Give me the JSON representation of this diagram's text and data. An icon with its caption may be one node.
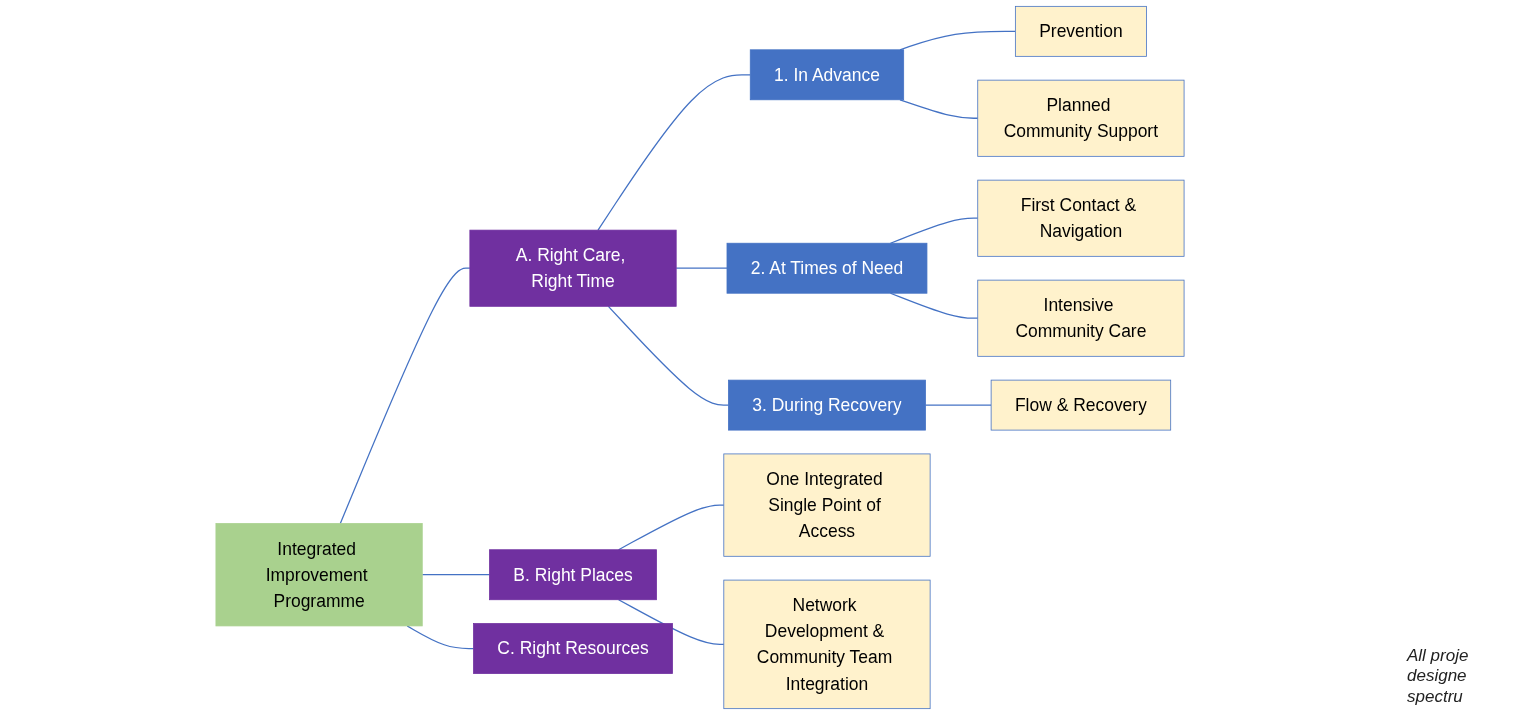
{
  "diagram": {
    "nodes": [
      {
        "text": [
          "Integrated Improvement Programme"
        ]
      },
      {
        "text": [
          "C. Right Resources"
        ]
      },
      {
        "text": [
          "A. Right Care, Right Time"
        ]
      },
      {
        "text": [
          "1. In Advance"
        ]
      },
      {
        "text": [
          "Prevention"
        ]
      },
      {
        "text": [
          "Planned Community Support"
        ]
      },
      {
        "text": [
          "2. At Times of Need"
        ]
      },
      {
        "text": [
          "First Contact & Navigation"
        ]
      },
      {
        "text": [
          "Intensive Community Care"
        ]
      },
      {
        "text": [
          "3. During Recovery"
        ]
      },
      {
        "text": [
          "Flow & Recovery"
        ]
      },
      {
        "text": [
          "B. Right Places"
        ]
      },
      {
        "text": [
          "One Integrated Single Point of Access"
        ]
      },
      {
        "text": [
          "Network Development & Community Team Integration"
        ]
      }
    ],
    "edges": [
      {
        "from": 0,
        "to": 1,
        "arrow": "none"
      },
      {
        "from": 0,
        "to": 2,
        "arrow": "none"
      },
      {
        "from": 2,
        "to": 3,
        "arrow": "none"
      },
      {
        "from": 3,
        "to": 4,
        "arrow": "none"
      },
      {
        "from": 3,
        "to": 5,
        "arrow": "none"
      },
      {
        "from": 2,
        "to": 6,
        "arrow": "none"
      },
      {
        "from": 6,
        "to": 7,
        "arrow": "none"
      },
      {
        "from": 6,
        "to": 8,
        "arrow": "none"
      },
      {
        "from": 2,
        "to": 9,
        "arrow": "none"
      },
      {
        "from": 9,
        "to": 10,
        "arrow": "none"
      },
      {
        "from": 0,
        "to": 11,
        "arrow": "none"
      },
      {
        "from": 11,
        "to": 12,
        "arrow": "none"
      },
      {
        "from": 11,
        "to": 13,
        "arrow": "none"
      }
    ],
    "labels": [
      "All proje designe spectru"
    ]
  }
}
